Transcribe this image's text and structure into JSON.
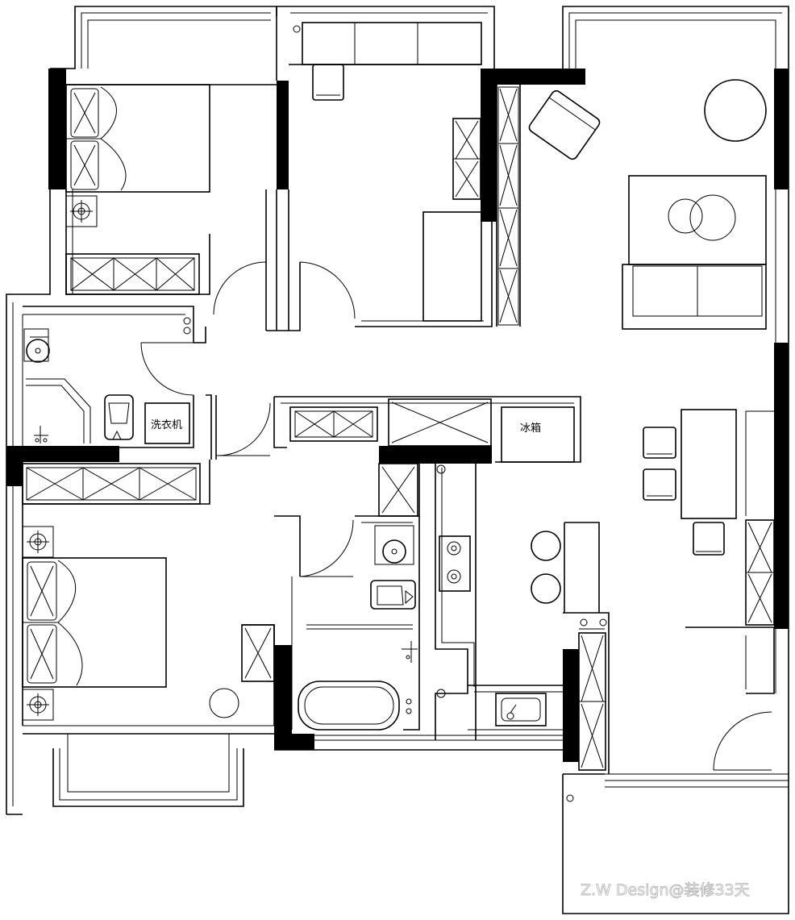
{
  "labels": {
    "washer": "洗衣机",
    "fridge": "冰箱"
  },
  "watermark": "Z.W Design@装修33天",
  "colors": {
    "line": "#000000",
    "wall": "#000000",
    "background": "#ffffff",
    "watermark_outline": "#b9b9b9"
  }
}
